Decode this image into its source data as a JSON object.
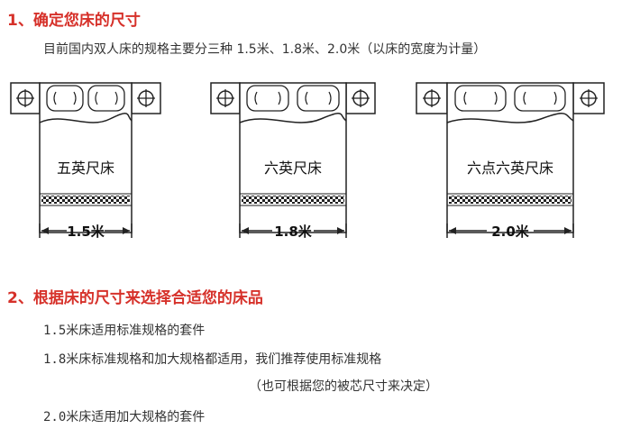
{
  "section1": {
    "title": "1、确定您床的尺寸",
    "intro": "目前国内双人床的规格主要分三种 1.5米、1.8米、2.0米（以床的宽度为计量）"
  },
  "beds": [
    {
      "name": "五英尺床",
      "width_label": "1.5米"
    },
    {
      "name": "六英尺床",
      "width_label": "1.8米"
    },
    {
      "name": "六点六英尺床",
      "width_label": "2.0米"
    }
  ],
  "section2": {
    "title": "2、根据床的尺寸来选择合适您的床品",
    "items": [
      "1.5米床适用标准规格的套件",
      "1.8米床标准规格和加大规格都适用，我们推荐使用标准规格",
      "（也可根据您的被芯尺寸来决定）",
      "2.0米床适用加大规格的套件"
    ]
  },
  "colors": {
    "heading": "#d6312a",
    "line": "#222222"
  }
}
